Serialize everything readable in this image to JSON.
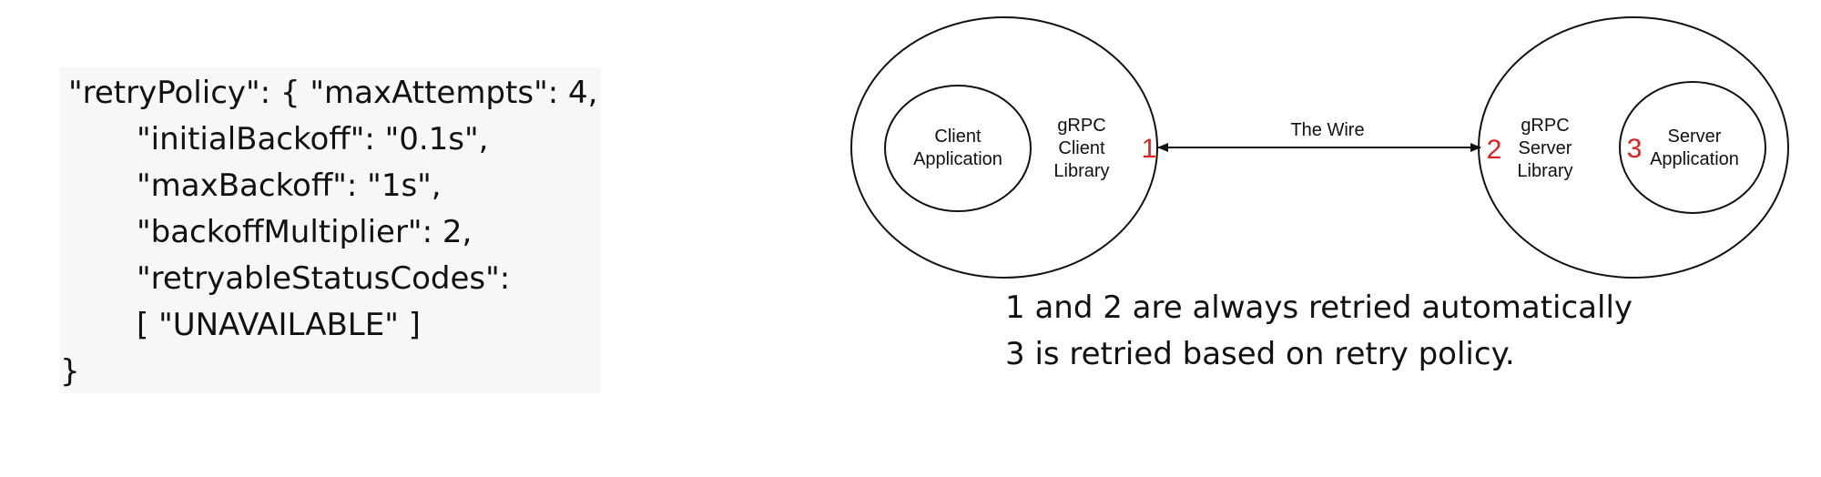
{
  "code": {
    "lines": [
      "\"retryPolicy\": { \"maxAttempts\": 4,",
      "\"initialBackoff\": \"0.1s\",",
      "\"maxBackoff\": \"1s\",",
      "\"backoffMultiplier\": 2,",
      "\"retryableStatusCodes\":",
      "[ \"UNAVAILABLE\" ]",
      "}"
    ]
  },
  "diagram": {
    "client_app_line1": "Client",
    "client_app_line2": "Application",
    "client_lib_line1": "gRPC",
    "client_lib_line2": "Client",
    "client_lib_line3": "Library",
    "wire_label": "The Wire",
    "server_lib_line1": "gRPC",
    "server_lib_line2": "Server",
    "server_lib_line3": "Library",
    "server_app_line1": "Server",
    "server_app_line2": "Application",
    "num_1": "1",
    "num_2": "2",
    "num_3": "3",
    "colors": {
      "stroke": "#111111",
      "number": "#e02020"
    }
  },
  "caption": {
    "line1": "1 and 2 are always retried automatically",
    "line2": "3 is retried based on retry policy."
  }
}
